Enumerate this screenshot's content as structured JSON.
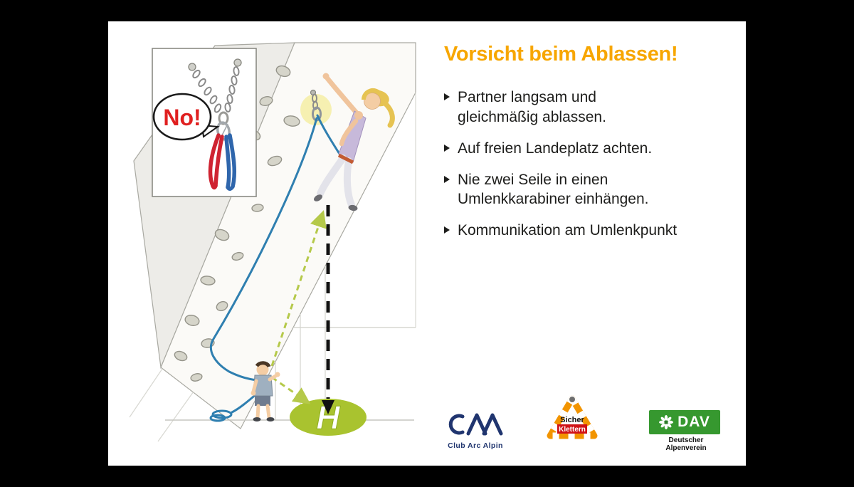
{
  "poster": {
    "title": "Vorsicht beim Ablassen!",
    "bullets": [
      {
        "lines": [
          "Partner langsam und",
          "gleichmäßig ablassen."
        ]
      },
      {
        "lines": [
          "Auf freien Landeplatz achten."
        ]
      },
      {
        "lines": [
          "Nie zwei Seile in einen",
          "Umlenkkarabiner einhängen."
        ]
      },
      {
        "lines": [
          "Kommunikation am Umlenkpunkt"
        ]
      }
    ]
  },
  "illustration": {
    "no_bubble": "No!",
    "landing_marker": "H"
  },
  "logos": {
    "caa": {
      "name": "Club Arc Alpin"
    },
    "sicher_klettern": {
      "line1": "Sicher",
      "line2": "Klettern"
    },
    "dav": {
      "abbr": "DAV",
      "name": "Deutscher Alpenverein"
    }
  },
  "colors": {
    "title_orange": "#F7A600",
    "text": "#1D1D1B",
    "landing_zone_green": "#A9C32F",
    "rope_blue": "#2F7FB0",
    "warning_red": "#E02020",
    "dav_green": "#36982F",
    "caa_navy": "#20356F",
    "sicher_orange": "#F29400"
  }
}
